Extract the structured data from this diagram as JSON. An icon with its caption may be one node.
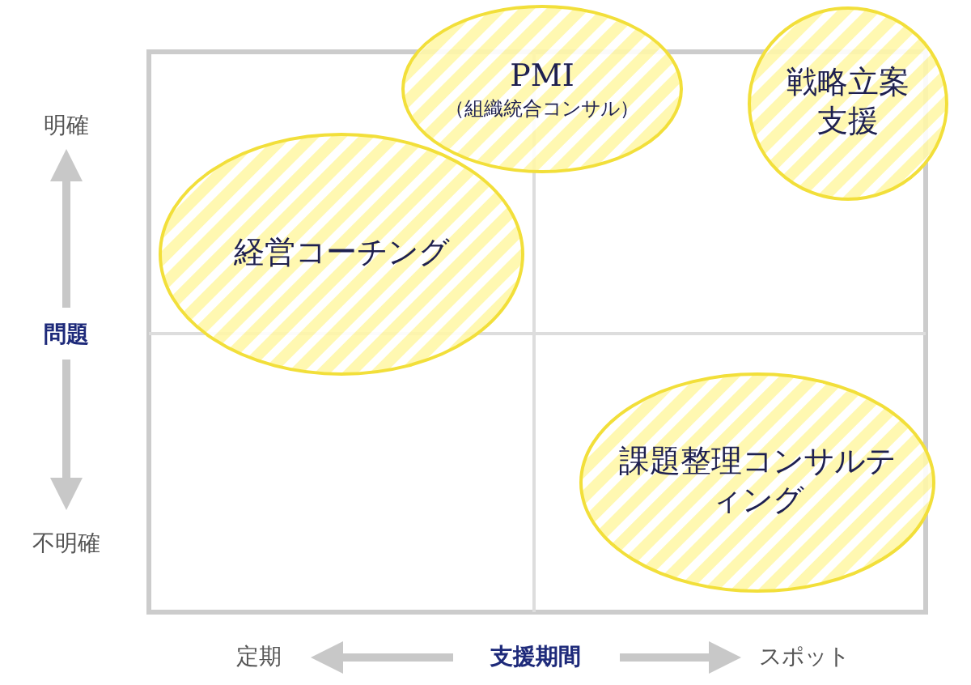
{
  "diagram": {
    "nodes": [
      {
        "text": [
          "経営コーチング"
        ]
      },
      {
        "text": [
          "PMI",
          "（組織統合コンサル）"
        ]
      },
      {
        "text": [
          "戦略立案支援"
        ]
      },
      {
        "text": [
          "課題整理コンサルティング"
        ]
      }
    ],
    "labels": [
      "明確",
      "問題",
      "不明確",
      "定期",
      "支援期間",
      "スポット"
    ]
  }
}
